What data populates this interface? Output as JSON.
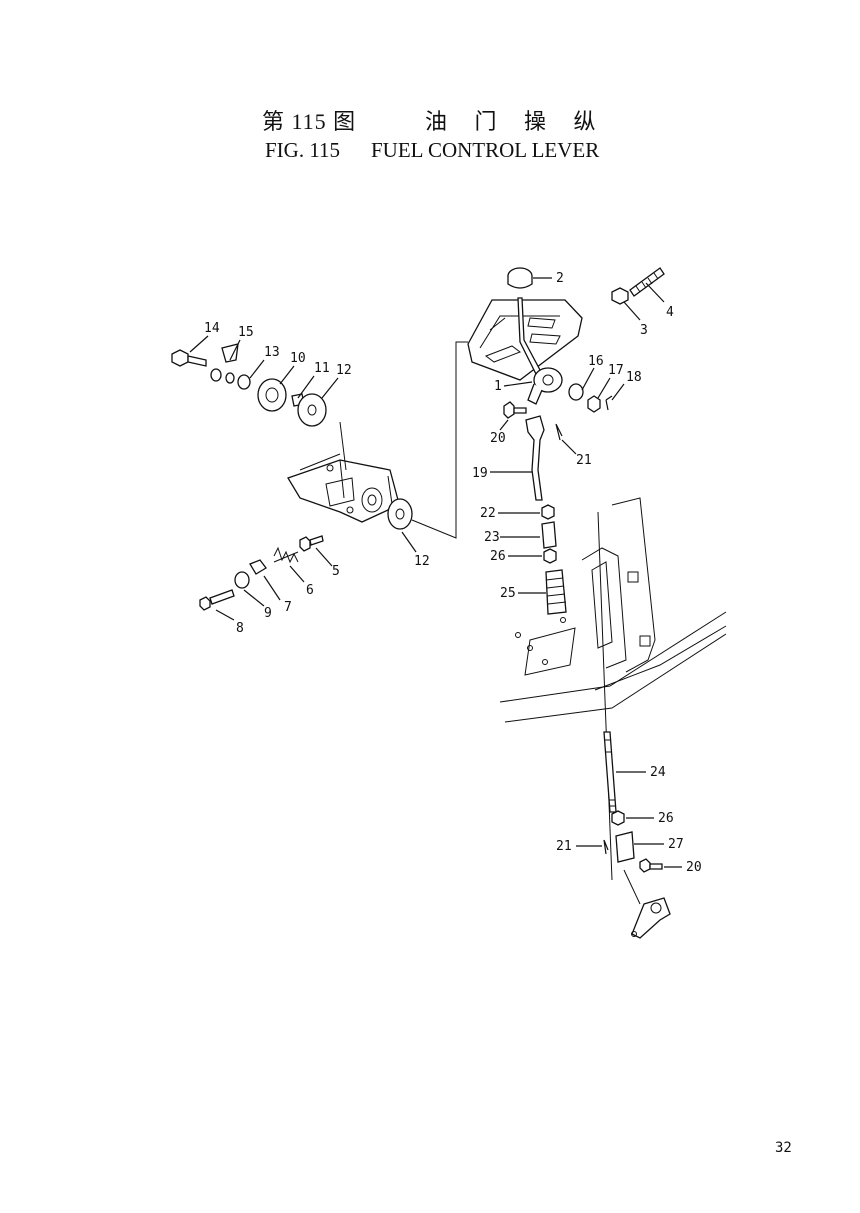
{
  "header": {
    "cn_fig": "第 115 图",
    "cn_name": "油 门 操 纵",
    "en_fig": "FIG. 115",
    "en_name": "FUEL CONTROL LEVER"
  },
  "callouts": [
    "2",
    "4",
    "3",
    "14",
    "15",
    "13",
    "10",
    "11",
    "12",
    "16",
    "17",
    "18",
    "1",
    "20",
    "21",
    "19",
    "22",
    "23",
    "26",
    "12",
    "5",
    "6",
    "7",
    "9",
    "8",
    "25",
    "24",
    "26",
    "27",
    "21",
    "20"
  ],
  "page_number": "32"
}
